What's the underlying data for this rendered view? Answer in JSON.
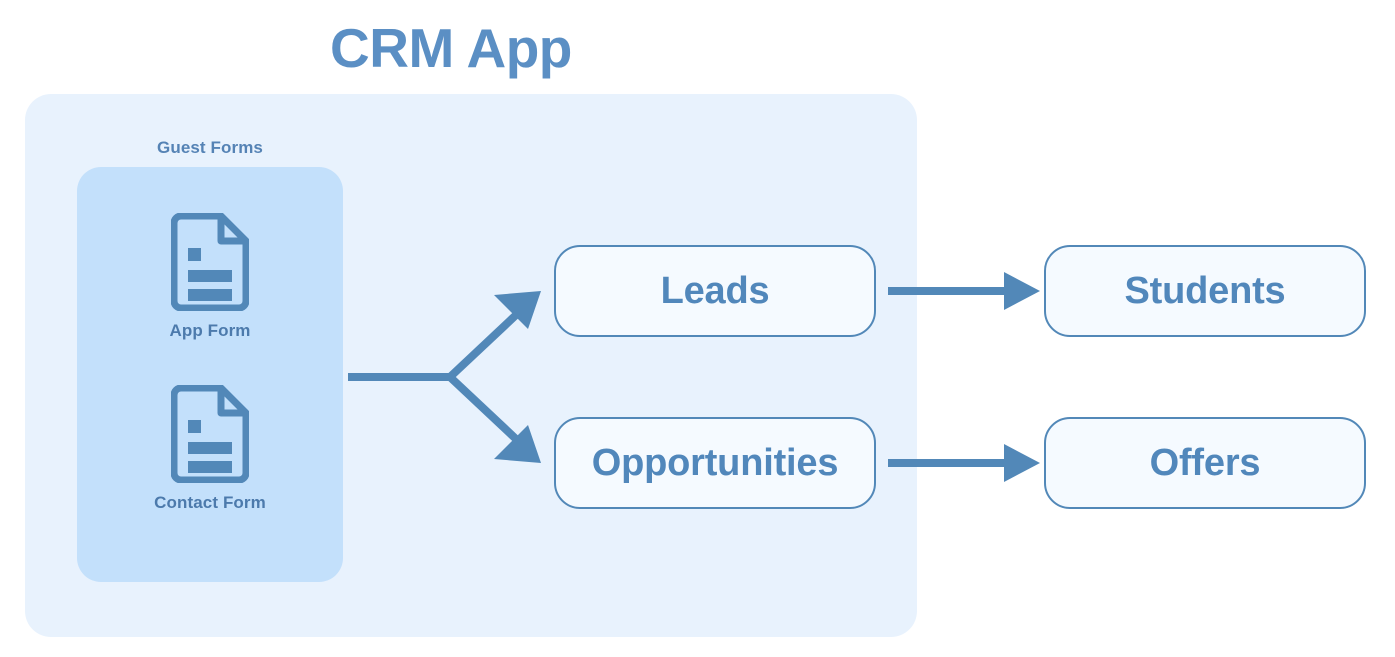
{
  "diagram": {
    "title": "CRM App",
    "panel": {
      "group": {
        "label": "Guest Forms",
        "items": [
          {
            "icon": "document-icon",
            "label": "App Form"
          },
          {
            "icon": "document-icon",
            "label": "Contact Form"
          }
        ]
      },
      "stages": [
        {
          "id": "leads",
          "label": "Leads"
        },
        {
          "id": "opportunities",
          "label": "Opportunities"
        }
      ]
    },
    "outcomes": [
      {
        "id": "students",
        "label": "Students"
      },
      {
        "id": "offers",
        "label": "Offers"
      }
    ],
    "connections": [
      {
        "from": "guest-forms",
        "to": "leads",
        "type": "branch-arrow"
      },
      {
        "from": "guest-forms",
        "to": "opportunities",
        "type": "branch-arrow"
      },
      {
        "from": "leads",
        "to": "students",
        "type": "straight-arrow"
      },
      {
        "from": "opportunities",
        "to": "offers",
        "type": "straight-arrow"
      }
    ],
    "colors": {
      "title": "#5b8fc4",
      "panel_background": "#e8f2fd",
      "group_background": "#c3e0fb",
      "stroke": "#5288b8",
      "box_fill": "#f5faff",
      "box_text": "#5187bb",
      "label_text": "#4c7aac",
      "page_background": "#ffffff"
    }
  }
}
